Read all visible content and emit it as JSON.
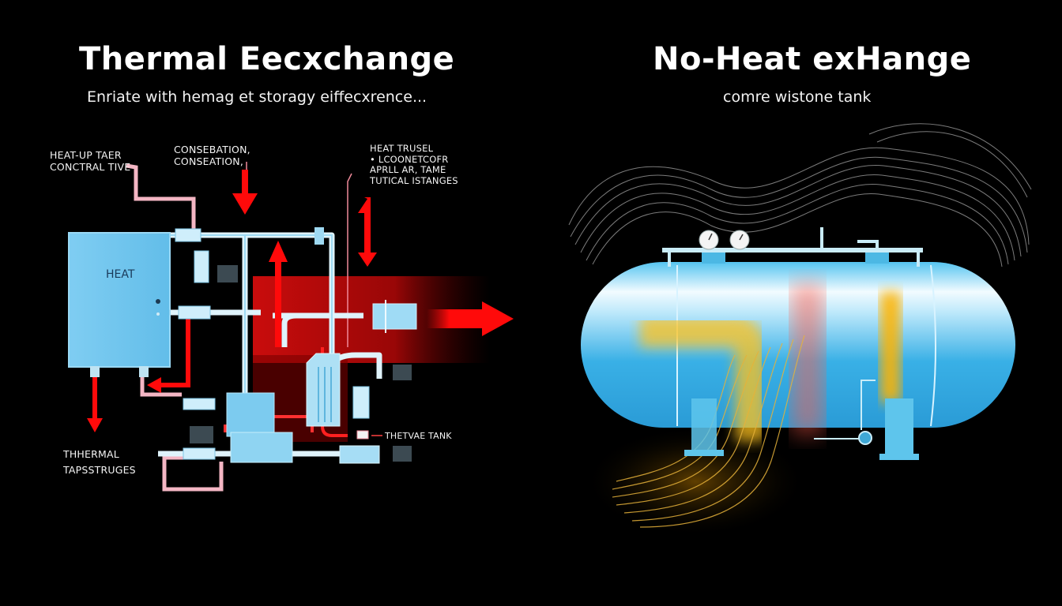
{
  "left_panel": {
    "title": "Thermal Eecxchange",
    "subtitle": "Enriate with hemag et storagy eiffecxrence...",
    "labels": {
      "heat_up": "HEAT-UP TAER\nCONCTRAL TIVE",
      "conservation": "CONSEBATION,\nCONSEATION,",
      "heat_trusel": "HEAT TRUSEL\n• LCOONETCOFR\nAPRLL AR, TAME\nTUTICAL ISTANGES",
      "thermal": "THHERMAL\nTAPSSTRUGES",
      "thermal_tank": "THETVAE TANK"
    },
    "heater_box_label": "HEAT",
    "colors": {
      "heat_red": "#ff0a0a",
      "pipe_blue": "#8fd4f2",
      "pipe_pink": "#f4b6c4",
      "box_blue": "#6cc4ee"
    }
  },
  "right_panel": {
    "title": "No-Heat exHange",
    "subtitle": "comre wistone tank",
    "colors": {
      "tank_blue": "#3fb2e6",
      "heat_yellow": "#ffc21a",
      "heat_red": "#ff5a4a",
      "field_lines": "#c9c9c9"
    }
  },
  "flow_arrow": {
    "direction": "right",
    "color": "#ff0a0a"
  }
}
